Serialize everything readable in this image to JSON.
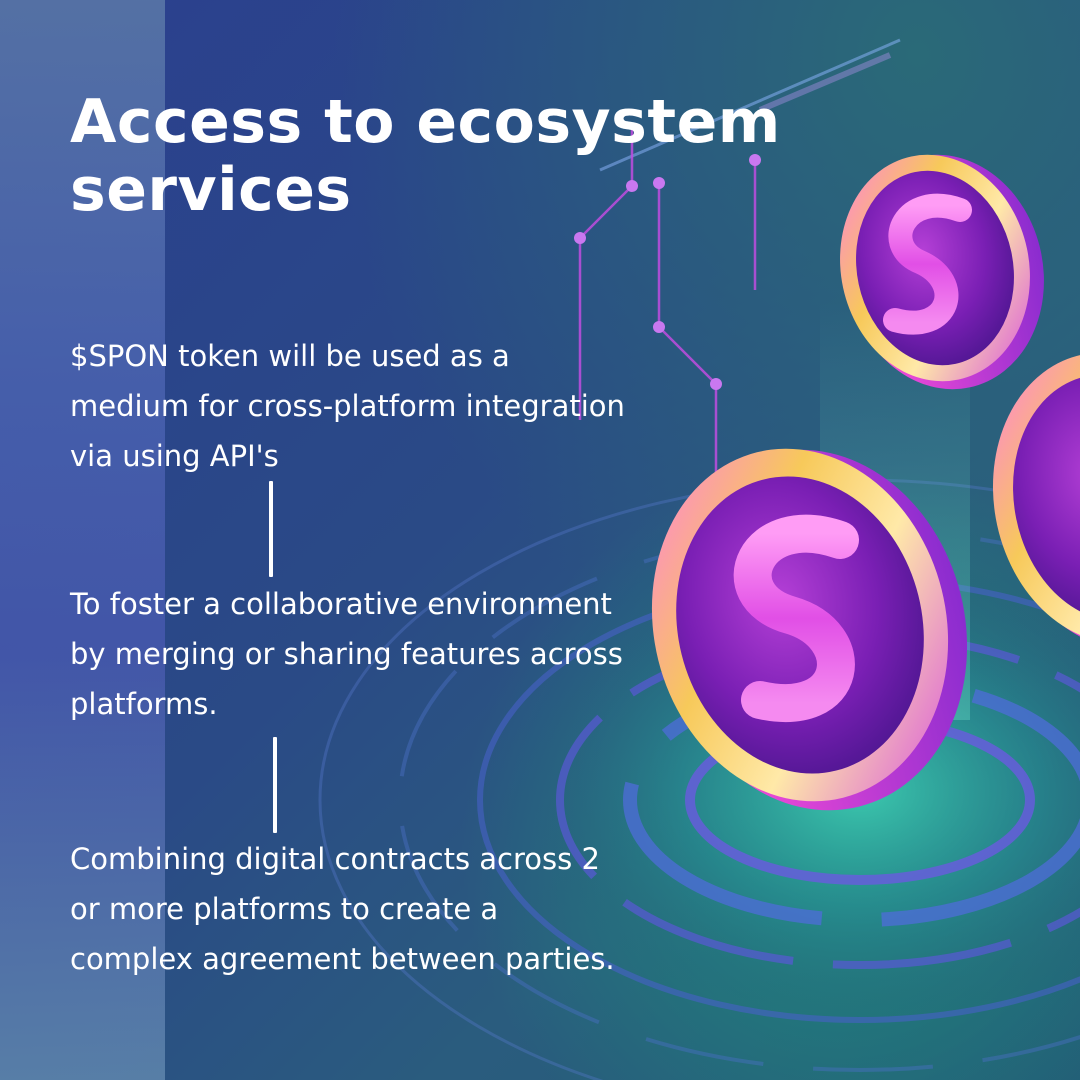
{
  "headline": "Access to ecosystem services",
  "paragraphs": [
    "$SPON token will be used as a medium for cross-platform integration via using API's",
    "To foster a collaborative environment by merging or sharing features across platforms.",
    "Combining digital contracts across 2 or more platforms to create a complex agreement between parties."
  ],
  "colors": {
    "background": "#2a4a86",
    "text": "#ffffff",
    "coin_magenta": "#d33bd8",
    "coin_rim_gold": "#f3c04a",
    "circuit_accent": "#c04de0"
  },
  "icons": [
    "spon-coin-icon",
    "spon-coin-icon",
    "spon-coin-icon"
  ]
}
